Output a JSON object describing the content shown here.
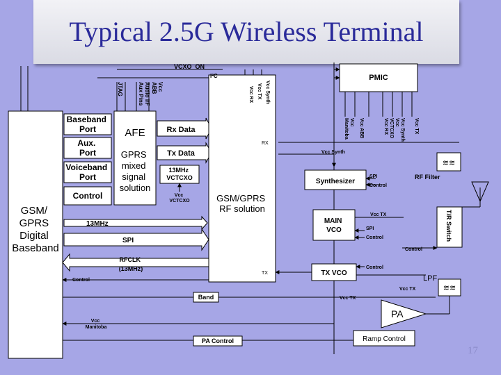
{
  "title": "Typical 2.5G Wireless Terminal",
  "page_number": "17",
  "diagram": {
    "baseband": {
      "label": [
        "GSM/",
        "GPRS",
        "Digital",
        "Baseband"
      ]
    },
    "baseband_port": [
      "Baseband",
      "Port"
    ],
    "aux_port": [
      "Aux.",
      "Port"
    ],
    "voiceband_port": [
      "Voiceband",
      "Port"
    ],
    "control_port": "Control",
    "afe": {
      "title": "AFE",
      "body": [
        "GPRS",
        "mixed",
        "signal",
        "solution"
      ]
    },
    "jtag_pins": [
      "JTAG",
      "Aux Pins",
      "Audio I/F",
      "Vcc",
      "ABB"
    ],
    "rx_data": "Rx Data",
    "tx_data": "Tx Data",
    "vctcxo": [
      "13MHz",
      "VCTCXO"
    ],
    "vcc_vctcxo": [
      "Vcc",
      "VCTCXO"
    ],
    "rf_solution": [
      "GSM/GPRS",
      "RF solution"
    ],
    "vcxo_on": "VCXO_ON",
    "i2c": "I²C",
    "rf_vcc_pins": [
      "Vcc Synth",
      "Vcc TX",
      "Vcc RX"
    ],
    "rx_label": "RX",
    "tx_label": "TX",
    "pmic": "PMIC",
    "pmic_pins": [
      "Vcc",
      "Manitoba",
      "Vcc ABB",
      "Vcc RX",
      "VCTCXO",
      "Vcc",
      "Vcc Synth",
      "Vcc TX"
    ],
    "synthesizer": "Synthesizer",
    "vcc_synth": "Vcc Synth",
    "spi_small": "SPI",
    "control_small": "Control",
    "rf_filter": "RF Filter",
    "main_vco": [
      "MAIN",
      "VCO"
    ],
    "vcc_tx": "Vcc TX",
    "tr_switch": "T/R Switch",
    "tx_vco": "TX VCO",
    "lpf": "LPF",
    "pa": "PA",
    "ramp_control": "Ramp Control",
    "bus_13mhz": "13MHz",
    "bus_spi": "SPI",
    "bus_rfclk": [
      "RFCLK",
      "(13MHz)"
    ],
    "bus_band": "Band",
    "bus_pa_control": "PA Control",
    "control_left": "Control",
    "vcc_manitoba_left": [
      "Vcc",
      "Manitoba"
    ]
  }
}
